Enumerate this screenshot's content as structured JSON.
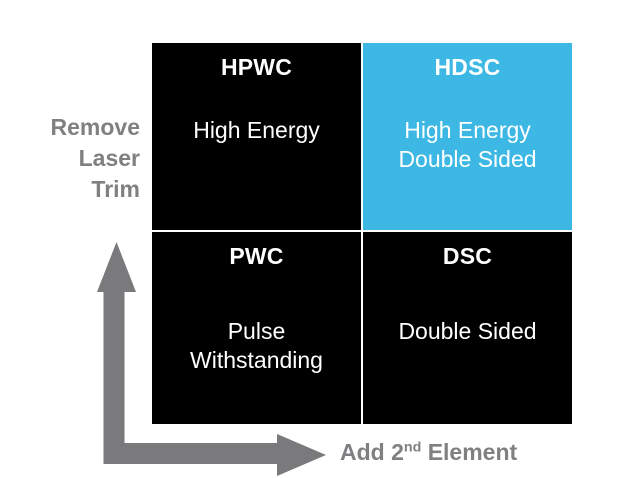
{
  "diagram": {
    "title_visible": false,
    "background_color": "#ffffff",
    "colors": {
      "quadrant_default": "#000000",
      "quadrant_highlight": "#3DB8E4",
      "quadrant_text": "#ffffff",
      "axis_gray": "#808083",
      "arrow_gray": "#7A7A7C"
    },
    "quadrants": [
      {
        "id": "hpwc",
        "position": "top-left",
        "title": "HPWC",
        "body": "High Energy",
        "highlighted": false
      },
      {
        "id": "hdsc",
        "position": "top-right",
        "title": "HDSC",
        "body": "High Energy\nDouble Sided",
        "highlighted": true
      },
      {
        "id": "pwc",
        "position": "bottom-left",
        "title": "PWC",
        "body": "Pulse\nWithstanding",
        "highlighted": false
      },
      {
        "id": "dsc",
        "position": "bottom-right",
        "title": "DSC",
        "body": "Double Sided",
        "highlighted": false
      }
    ],
    "axes": {
      "y": {
        "label": "Remove\nLaser\nTrim",
        "direction": "up",
        "icon": "up-arrow-icon"
      },
      "x": {
        "label_prefix": "Add 2",
        "label_superscript": "nd",
        "label_suffix": " Element",
        "direction": "right",
        "icon": "right-arrow-icon"
      }
    }
  }
}
